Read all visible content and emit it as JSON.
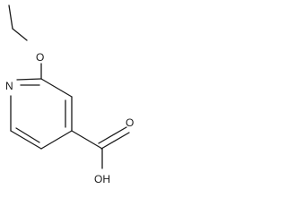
{
  "molecule": {
    "atoms": {
      "ether_oxygen": "O",
      "ring_nitrogen": "N",
      "carbonyl_oxygen": "O",
      "hydroxyl": "OH"
    }
  },
  "colors": {
    "bond": "#1a1a1a",
    "label": "#1a1a1a",
    "background": "#ffffff"
  }
}
